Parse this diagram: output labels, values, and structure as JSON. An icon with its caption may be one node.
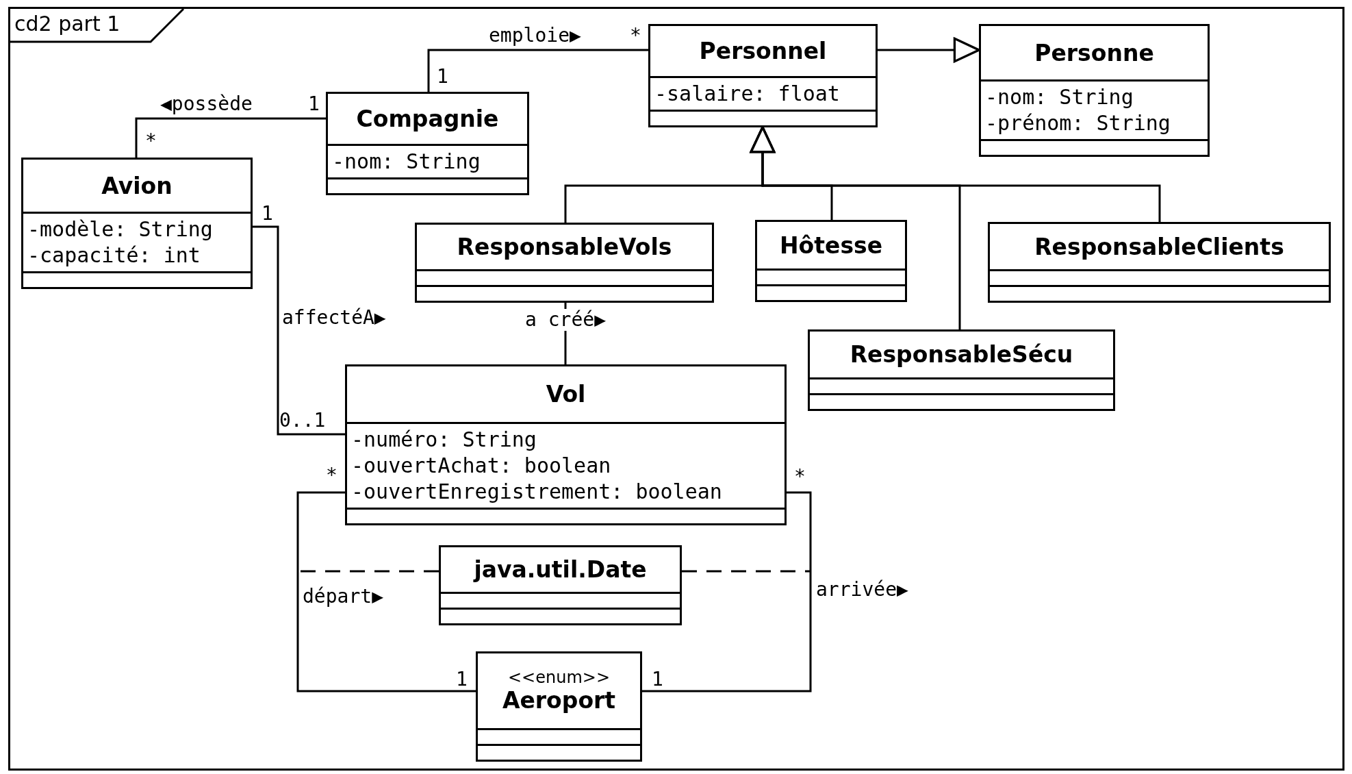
{
  "diagram": {
    "nodes": [
      {
        "text": [
          "cd2 part 1"
        ]
      },
      {
        "text": [
          "Personnel",
          "-salaire: float"
        ],
        "in": 0
      },
      {
        "text": [
          "Personne",
          "-nom: String",
          "-prénom: String"
        ],
        "in": 0
      },
      {
        "text": [
          "Compagnie",
          "-nom: String"
        ],
        "in": 0
      },
      {
        "text": [
          "Avion",
          "-modèle: String",
          "-capacité: int"
        ],
        "in": 0
      },
      {
        "text": [
          "ResponsableVols"
        ],
        "in": 0
      },
      {
        "text": [
          "Hôtesse"
        ],
        "in": 0
      },
      {
        "text": [
          "ResponsableClients"
        ],
        "in": 0
      },
      {
        "text": [
          "ResponsableSécu"
        ],
        "in": 0
      },
      {
        "text": [
          "Vol",
          "-numéro: String",
          "-ouvertAchat: boolean",
          "-ouvertEnregistrement: boolean"
        ],
        "in": 0
      },
      {
        "text": [
          "java.util.Date"
        ],
        "in": 0
      },
      {
        "text": [
          "<<enum>>",
          "Aeroport"
        ],
        "in": 0
      }
    ],
    "edges": [
      {
        "from": 3,
        "to": 1,
        "arrow": "none",
        "label": "emploie▶"
      },
      {
        "from": 3,
        "to": 4,
        "arrow": "none",
        "label": "◀possède"
      },
      {
        "from": 1,
        "to": 2,
        "arrow": "to"
      },
      {
        "from": 5,
        "to": 1,
        "arrow": "to"
      },
      {
        "from": 6,
        "to": 1,
        "arrow": "to"
      },
      {
        "from": 7,
        "to": 1,
        "arrow": "to"
      },
      {
        "from": 8,
        "to": 1,
        "arrow": "to"
      },
      {
        "from": 4,
        "to": 9,
        "arrow": "none",
        "label": "affectéA▶"
      },
      {
        "from": 5,
        "to": 9,
        "arrow": "none",
        "label": "a créé▶"
      },
      {
        "from": 9,
        "to": 11,
        "arrow": "none",
        "label": "départ▶"
      },
      {
        "from": 9,
        "to": 11,
        "arrow": "none",
        "label": "arrivée▶"
      },
      {
        "from": 10,
        "to": null,
        "arrow": "none",
        "style": "dashed"
      },
      {
        "from": 10,
        "to": null,
        "arrow": "none",
        "style": "dashed"
      }
    ],
    "labels": [
      "*",
      "1",
      "1",
      "*",
      "1",
      "0..1",
      "*",
      "*",
      "1",
      "1"
    ]
  }
}
